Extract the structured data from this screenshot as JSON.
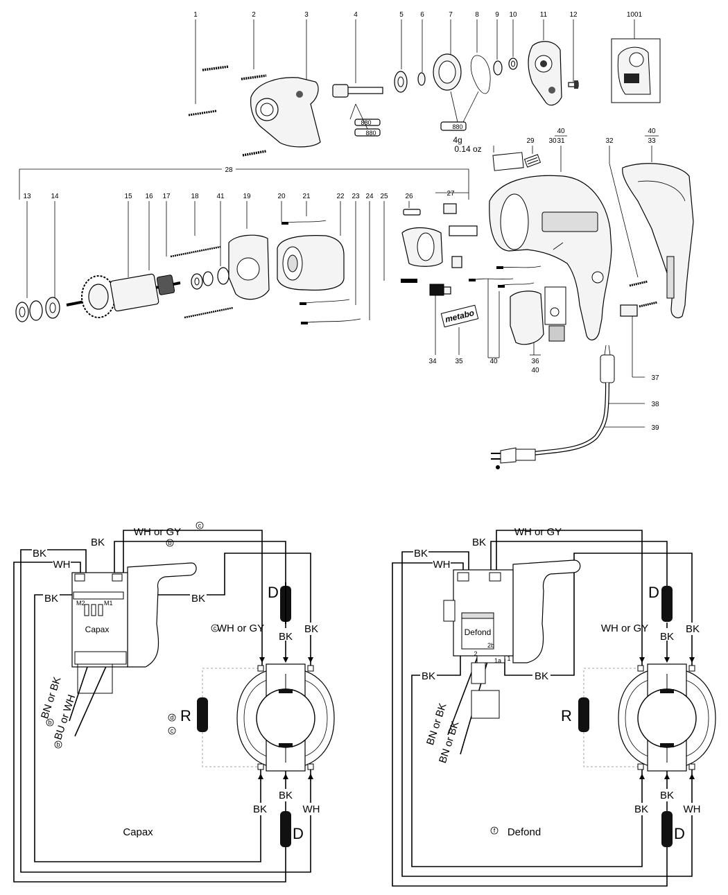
{
  "callouts": {
    "n1": "1",
    "n2": "2",
    "n3": "3",
    "n4": "4",
    "n5": "5",
    "n6": "6",
    "n7": "7",
    "n8": "8",
    "n9": "9",
    "n10": "10",
    "n11": "11",
    "n12": "12",
    "n1001": "1001",
    "n13": "13",
    "n14": "14",
    "n15": "15",
    "n16": "16",
    "n17": "17",
    "n18": "18",
    "n41": "41",
    "n19": "19",
    "n20": "20",
    "n21": "21",
    "n22": "22",
    "n23": "23",
    "n24": "24",
    "n25": "25",
    "n26": "26",
    "n27": "27",
    "n28": "28",
    "n29": "29",
    "n30": "30",
    "n40a": "40",
    "n31": "31",
    "n32": "32",
    "n40b": "40",
    "n33": "33",
    "n34": "34",
    "n35": "35",
    "n40c": "40",
    "n36": "36",
    "n40d": "40",
    "n37": "37",
    "n38": "38",
    "n39": "39"
  },
  "grease": {
    "tube_label_1": "880",
    "tube_label_2": "880",
    "qty_g": "4g",
    "qty_oz": "0.14 oz"
  },
  "brand": "metabo",
  "left_wiring": {
    "wh_or_gy_top": "WH or GY",
    "bk_top": "BK",
    "bk_outer": "BK",
    "wh_outer": "WH",
    "bk_mid_left": "BK",
    "bk_mid_right": "BK",
    "wh_or_gy_mid": "WH or GY",
    "bk_d_top": "BK",
    "bk_right": "BK",
    "d_top": "D",
    "r": "R",
    "d_bottom": "D",
    "bk_bottom_left": "BK",
    "bk_bottom_mid": "BK",
    "wh_bottom": "WH",
    "bn_or_bk": "BN or BK",
    "bu_or_wh": "BU or WH",
    "module": "Capax",
    "caption": "Capax",
    "m1": "M1",
    "m2": "M2",
    "note_c1": "c",
    "note_b1": "b",
    "note_c2": "c",
    "note_b2": "b",
    "note_b3": "b",
    "note_d": "d",
    "note_c3": "c"
  },
  "right_wiring": {
    "wh_or_gy_top": "WH or GY",
    "bk_top": "BK",
    "bk_outer": "BK",
    "wh_outer": "WH",
    "bk_mid_left": "BK",
    "bk_mid_right": "BK",
    "wh_or_gy_mid": "WH or GY",
    "bk_d_top": "BK",
    "bk_right": "BK",
    "d_top": "D",
    "r": "R",
    "d_bottom": "D",
    "bk_bottom_left": "BK",
    "bk_bottom_mid": "BK",
    "wh_bottom": "WH",
    "bn_or_bk_1": "BN or BK",
    "bn_or_bk_2": "BN or BK",
    "module": "Defond",
    "caption": "Defond",
    "note_f": "f",
    "term_2": "2",
    "term_2b": "2b",
    "term_1a": "1a",
    "term_1": "1"
  }
}
